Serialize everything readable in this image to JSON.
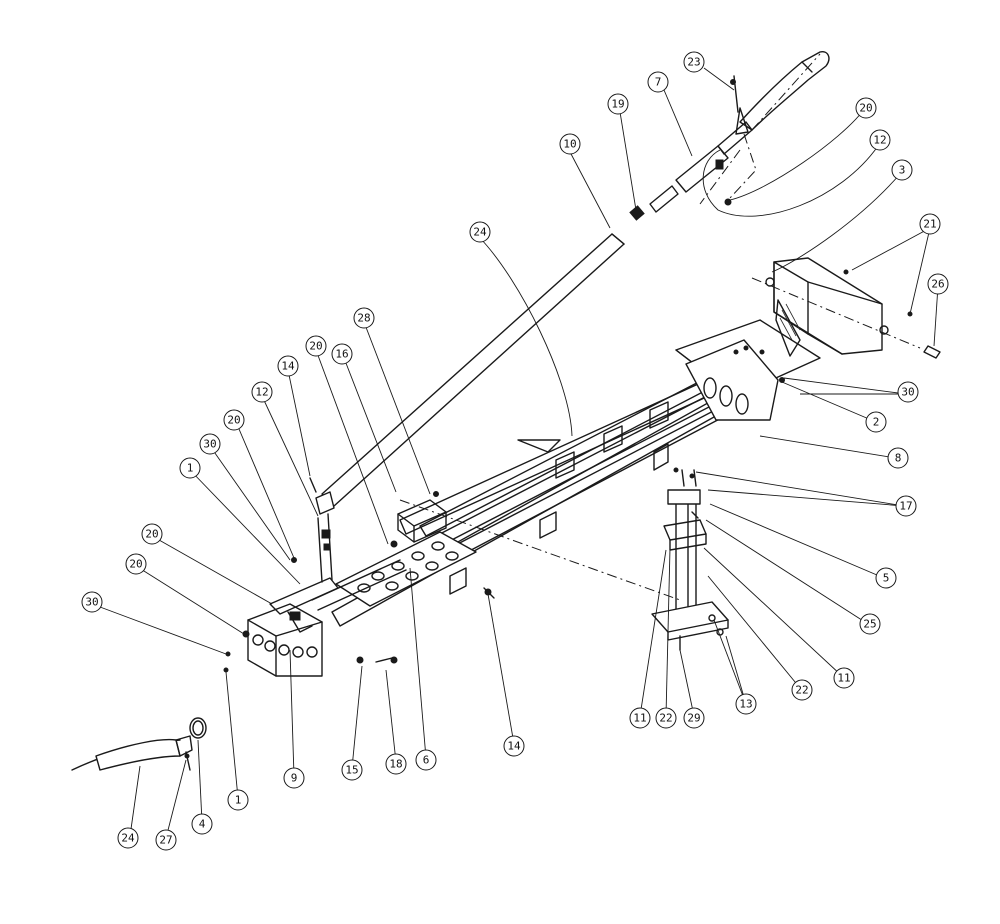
{
  "callouts": [
    {
      "id": "c23",
      "label": "23"
    },
    {
      "id": "c7",
      "label": "7"
    },
    {
      "id": "c19",
      "label": "19"
    },
    {
      "id": "c10",
      "label": "10"
    },
    {
      "id": "c20a",
      "label": "20"
    },
    {
      "id": "c12a",
      "label": "12"
    },
    {
      "id": "c3",
      "label": "3"
    },
    {
      "id": "c24a",
      "label": "24"
    },
    {
      "id": "c21",
      "label": "21"
    },
    {
      "id": "c26",
      "label": "26"
    },
    {
      "id": "c30a",
      "label": "30"
    },
    {
      "id": "c2",
      "label": "2"
    },
    {
      "id": "c8",
      "label": "8"
    },
    {
      "id": "c14a",
      "label": "14"
    },
    {
      "id": "c12b",
      "label": "12"
    },
    {
      "id": "c20b",
      "label": "20"
    },
    {
      "id": "c16",
      "label": "16"
    },
    {
      "id": "c28",
      "label": "28"
    },
    {
      "id": "c20c",
      "label": "20"
    },
    {
      "id": "c30b",
      "label": "30"
    },
    {
      "id": "c1a",
      "label": "1"
    },
    {
      "id": "c20d",
      "label": "20"
    },
    {
      "id": "c20e",
      "label": "20"
    },
    {
      "id": "c30c",
      "label": "30"
    },
    {
      "id": "c17",
      "label": "17"
    },
    {
      "id": "c5",
      "label": "5"
    },
    {
      "id": "c25",
      "label": "25"
    },
    {
      "id": "c11a",
      "label": "11"
    },
    {
      "id": "c22a",
      "label": "22"
    },
    {
      "id": "c13",
      "label": "13"
    },
    {
      "id": "c11b",
      "label": "11"
    },
    {
      "id": "c22b",
      "label": "22"
    },
    {
      "id": "c29",
      "label": "29"
    },
    {
      "id": "c14b",
      "label": "14"
    },
    {
      "id": "c6",
      "label": "6"
    },
    {
      "id": "c18",
      "label": "18"
    },
    {
      "id": "c15",
      "label": "15"
    },
    {
      "id": "c9",
      "label": "9"
    },
    {
      "id": "c1b",
      "label": "1"
    },
    {
      "id": "c24b",
      "label": "24"
    },
    {
      "id": "c27",
      "label": "27"
    },
    {
      "id": "c4",
      "label": "4"
    }
  ]
}
